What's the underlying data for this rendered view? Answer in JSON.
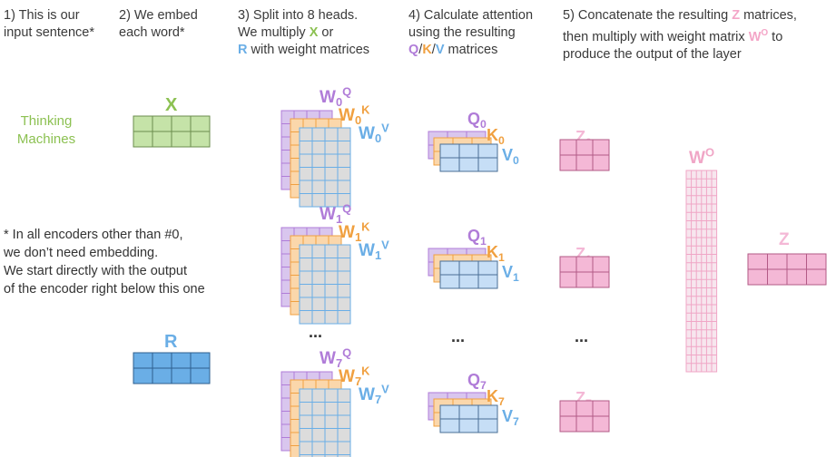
{
  "steps": [
    {
      "lines": [
        "1) This is our",
        "input sentence*"
      ]
    },
    {
      "lines": [
        "2) We embed",
        "each word*"
      ]
    },
    {
      "lines": [
        "3) Split into 8 heads.",
        "We multiply ",
        "X",
        " or",
        "R",
        " with weight matrices"
      ]
    },
    {
      "lines": [
        "4) Calculate attention",
        "using the resulting",
        "Q",
        "/",
        "K",
        "/",
        "V",
        " matrices"
      ]
    },
    {
      "lines": [
        "5) Concatenate the resulting ",
        "Z",
        " matrices,",
        "then multiply with weight matrix ",
        "W",
        "O",
        " to",
        "produce the output of the layer"
      ]
    }
  ],
  "sentence": [
    "Thinking",
    "Machines"
  ],
  "note": [
    "* In all encoders other than #0,",
    "we don’t need embedding.",
    "We start directly with the output",
    "of the encoder right below this one"
  ],
  "labels": {
    "x": "X",
    "r": "R",
    "z": "Z",
    "wo_base": "W",
    "wo_sup": "O",
    "ellipsis": "..."
  },
  "heads": [
    {
      "idx": "0",
      "wq": "W",
      "wk": "W",
      "wv": "W",
      "q": "Q",
      "k": "K",
      "v": "V",
      "zq": "Q",
      "zk": "K",
      "zv": "V",
      "zlabel": "Z"
    },
    {
      "idx": "1",
      "wq": "W",
      "wk": "W",
      "wv": "W",
      "q": "Q",
      "k": "K",
      "v": "V",
      "zq": "Q",
      "zk": "K",
      "zv": "V",
      "zlabel": "Z"
    },
    {
      "idx": "7",
      "wq": "W",
      "wk": "W",
      "wv": "W",
      "q": "Q",
      "k": "K",
      "v": "V",
      "zq": "Q",
      "zk": "K",
      "zv": "V",
      "zlabel": "Z"
    }
  ],
  "colors": {
    "embed_x": "#c5e3a8",
    "embed_x_line": "#6b8e4e",
    "embed_r": "#6aaee6",
    "embed_r_line": "#2e5f8f",
    "q": "#b07cd8",
    "q_fill": "#d9c6ee",
    "k": "#f0a040",
    "k_fill": "#fbd7ab",
    "v": "#6aaee6",
    "v_fill": "#c6def6",
    "w_fill": "#dcdcdc",
    "z_fill": "#f4b8d6",
    "z_line": "#b25a86",
    "wo_fill": "#f7e6ee",
    "wo_line": "#f0a6c6"
  }
}
